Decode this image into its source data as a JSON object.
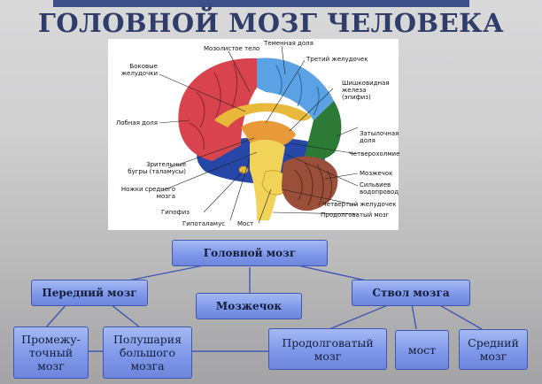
{
  "title": "ГОЛОВНОЙ МОЗГ ЧЕЛОВЕКА",
  "brain_labels": {
    "corpus_callosum": "Мозолистое тело",
    "parietal_lobe": "Теменная доля",
    "lateral_ventricles": "Боковые\nжелудочки",
    "third_ventricle": "Третий желудочек",
    "pineal_gland": "Шишковидная\nжелеза\n(эпифиз)",
    "frontal_lobe": "Лобная доля",
    "occipital_lobe": "Затылочная\nдоля",
    "quadrigemina": "Четверохолмие",
    "thalamus": "Зрительные\nбугры (таламусы)",
    "cerebellum": "Мозжечок",
    "aqueduct": "Сильвиев\nводопровод",
    "midbrain_peduncles": "Ножки среднего\nмозга",
    "fourth_ventricle": "Четвёртый желудочек",
    "medulla": "Продолговатый мозг",
    "pituitary": "Гипофиз",
    "hypothalamus": "Гипоталамус",
    "pons": "Мост"
  },
  "tree": {
    "root": "Головной мозг",
    "forebrain": "Передний мозг",
    "cerebellum": "Мозжечок",
    "brainstem": "Ствол мозга",
    "diencephalon": "Промежу-\nточный\nмозг",
    "hemispheres": "Полушария\nбольшого\nмозга",
    "medulla": "Продолговатый\nмозг",
    "pons": "мост",
    "midbrain": "Средний\nмозг"
  },
  "colors": {
    "title": "#2f3d6b",
    "frontal": "#d9434e",
    "parietal": "#5aa2e3",
    "occipital": "#2d7a36",
    "temporal": "#2747a8",
    "inner": "#e8b93a",
    "cerebellum": "#9a4f3a",
    "stem": "#f2d35a",
    "box": "#8aa2ec"
  }
}
